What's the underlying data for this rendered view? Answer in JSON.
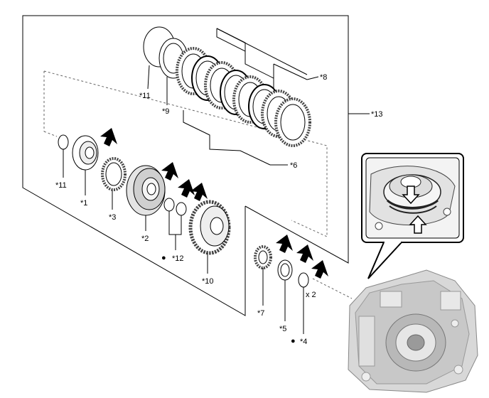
{
  "labels": {
    "p1": "*1",
    "p2": "*2",
    "p3": "*3",
    "p4": "*4",
    "p5": "*5",
    "p6": "*6",
    "p7": "*7",
    "p8": "*8",
    "p9": "*9",
    "p10": "*10",
    "p11a": "*11",
    "p11b": "*11",
    "p12": "*12",
    "p13": "*13",
    "qty": "x 2",
    "bullet": "●"
  },
  "colors": {
    "line": "#000000",
    "ring_fill": "#ffffff",
    "friction": "#444444",
    "casting": "#d8d8d8",
    "casting_dark": "#9a9a9a"
  },
  "icons": [
    "arrow-icon",
    "bullet-icon"
  ]
}
